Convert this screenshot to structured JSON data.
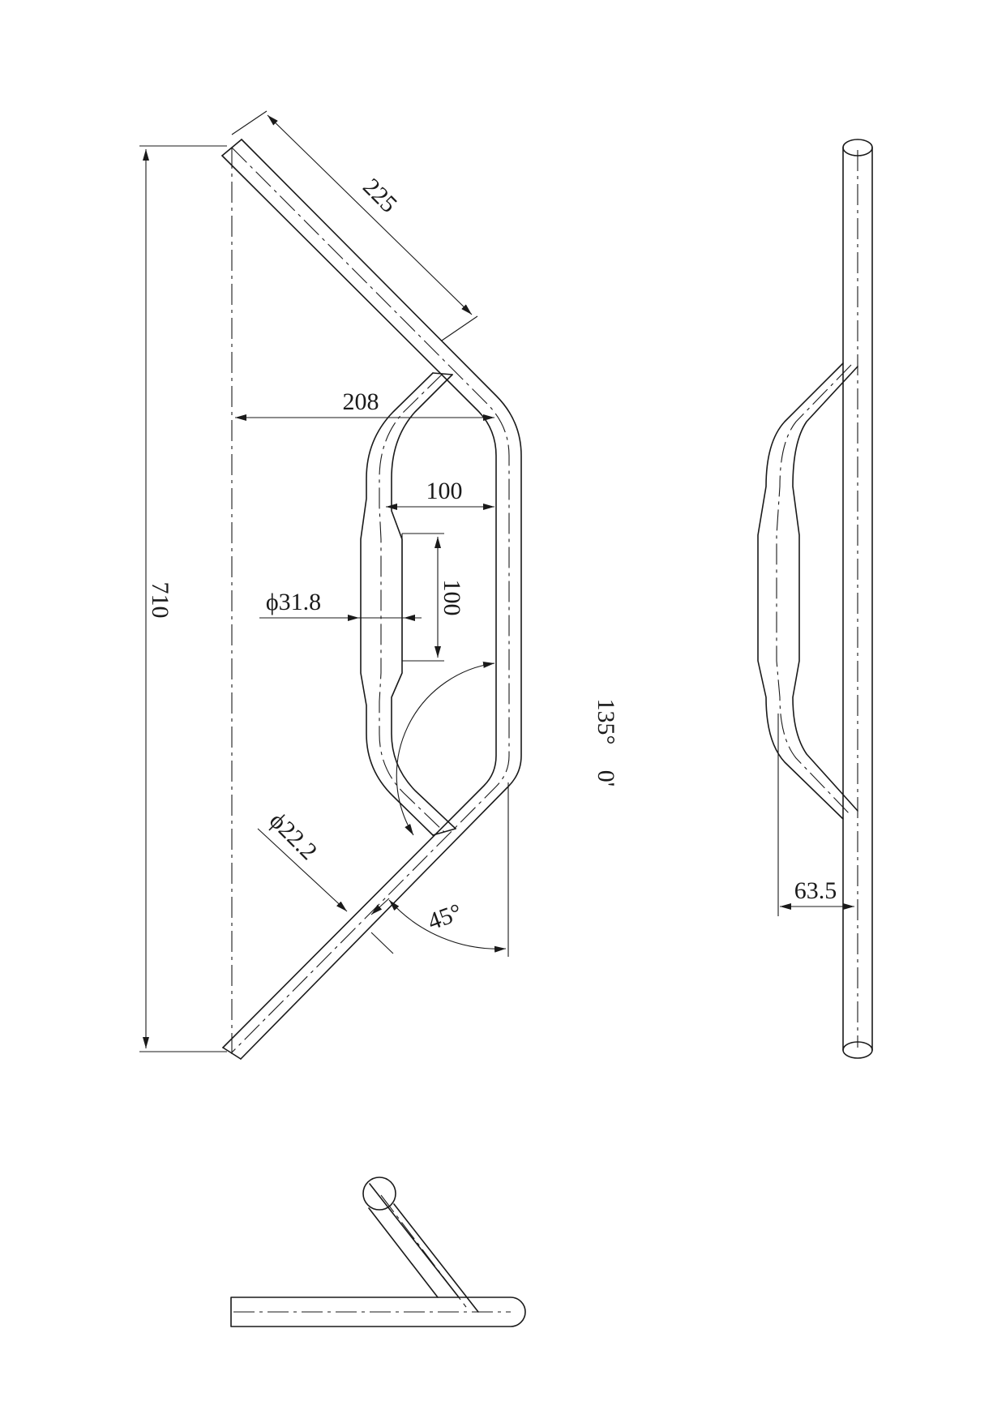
{
  "dimensions": {
    "overall_height": "710",
    "end_length": "225",
    "rise_width": "208",
    "inner_width": "100",
    "knurl_length": "100",
    "center_diameter": "ϕ31.8",
    "grip_diameter": "ϕ22.2",
    "sweep_angle": "45°",
    "bend_angle_deg": "135°",
    "bend_angle_min": "0'",
    "side_offset": "63.5"
  },
  "colors": {
    "line": "#1a1a1a",
    "background": "#ffffff"
  }
}
